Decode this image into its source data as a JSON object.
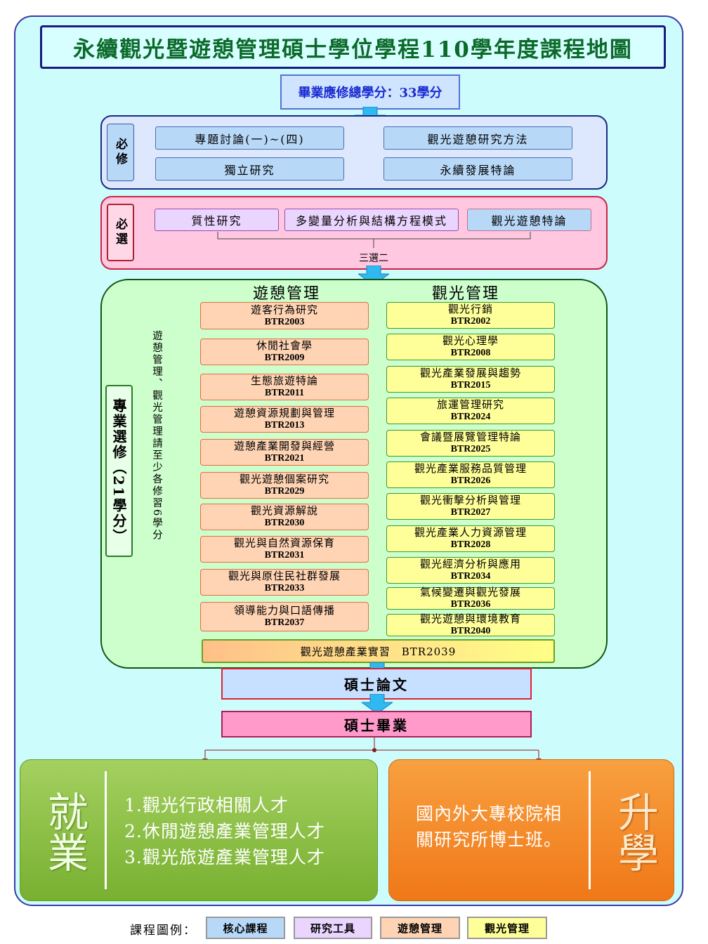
{
  "title": "永續觀光暨遊憩管理碩士學位學程110學年度課程地圖",
  "total_credits": "畢業應修總學分：33學分",
  "required": {
    "label": "必修",
    "courses": [
      "專題討論(一)~(四)",
      "觀光遊憩研究方法",
      "獨立研究",
      "永續發展特論"
    ]
  },
  "required_elective": {
    "label": "必選",
    "courses": [
      "質性研究",
      "多變量分析與結構方程模式",
      "觀光遊憩特論"
    ],
    "rule": "三選二"
  },
  "electives": {
    "label": "專業選修（21學分）",
    "note": "遊憩管理、觀光管理請至少各修習6學分",
    "recreation": {
      "header": "遊憩管理",
      "courses": [
        {
          "name": "遊客行為研究",
          "code": "BTR2003"
        },
        {
          "name": "休閒社會學",
          "code": "BTR2009"
        },
        {
          "name": "生態旅遊特論",
          "code": "BTR2011"
        },
        {
          "name": "遊憩資源規劃與管理",
          "code": "BTR2013"
        },
        {
          "name": "遊憩產業開發與經營",
          "code": "BTR2021"
        },
        {
          "name": "觀光遊憩個案研究",
          "code": "BTR2029"
        },
        {
          "name": "觀光資源解說",
          "code": "BTR2030"
        },
        {
          "name": "觀光與自然資源保育",
          "code": "BTR2031"
        },
        {
          "name": "觀光與原住民社群發展",
          "code": "BTR2033"
        },
        {
          "name": "領導能力與口語傳播",
          "code": "BTR2037"
        }
      ]
    },
    "tourism": {
      "header": "觀光管理",
      "courses": [
        {
          "name": "觀光行銷",
          "code": "BTR2002"
        },
        {
          "name": "觀光心理學",
          "code": "BTR2008"
        },
        {
          "name": "觀光產業發展與趨勢",
          "code": "BTR2015"
        },
        {
          "name": "旅運管理研究",
          "code": "BTR2024"
        },
        {
          "name": "會議暨展覽管理特論",
          "code": "BTR2025"
        },
        {
          "name": "觀光產業服務品質管理",
          "code": "BTR2026"
        },
        {
          "name": "觀光衝擊分析與管理",
          "code": "BTR2027"
        },
        {
          "name": "觀光產業人力資源管理",
          "code": "BTR2028"
        },
        {
          "name": "觀光經濟分析與應用",
          "code": "BTR2034"
        },
        {
          "name": "氣候變遷與觀光發展",
          "code": "BTR2036"
        },
        {
          "name": "觀光遊憩與環境教育",
          "code": "BTR2040"
        }
      ]
    },
    "internship": "觀光遊憩產業實習　BTR2039"
  },
  "thesis": "碩士論文",
  "graduation": "碩士畢業",
  "employment": {
    "label": "就業",
    "items": [
      "1.觀光行政相關人才",
      "2.休閒遊憩產業管理人才",
      "3.觀光旅遊產業管理人才"
    ]
  },
  "further_study": {
    "label": "升學",
    "text": "國內外大專校院相關研究所博士班。"
  },
  "legend": {
    "label": "課程圖例：",
    "items": [
      "核心課程",
      "研究工具",
      "遊憩管理",
      "觀光管理"
    ]
  }
}
